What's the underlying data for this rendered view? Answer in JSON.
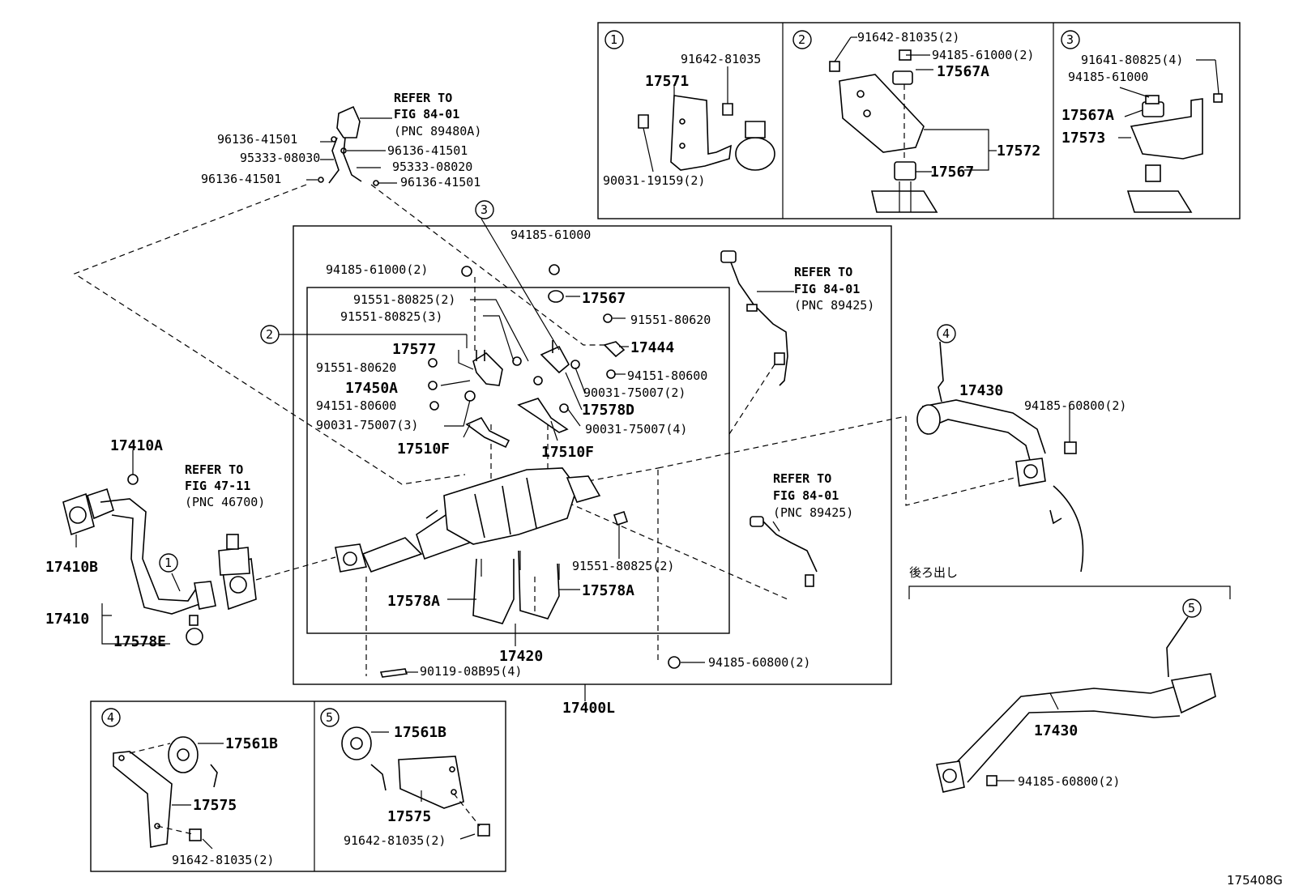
{
  "labels": {
    "p_91642_81035_i1": "91642-81035",
    "p_17571": "17571",
    "p_90031_19159": "90031-19159(2)",
    "p_91642_81035_2_i2": "91642-81035(2)",
    "p_94185_61000_2_i2": "94185-61000(2)",
    "p_17567A_i2": "17567A",
    "p_17572": "17572",
    "p_17567_i2": "17567",
    "p_91641_80825": "91641-80825(4)",
    "p_94185_61000_i3": "94185-61000",
    "p_17567A_i3": "17567A",
    "p_17573": "17573",
    "ref1_a": "REFER TO",
    "ref1_b": "FIG 84-01",
    "ref1_c": "(PNC 89480A)",
    "p_96136_a": "96136-41501",
    "p_95333_08030": "95333-08030",
    "p_96136_b": "96136-41501",
    "p_95333_08020": "95333-08020",
    "p_96136_c": "96136-41501",
    "p_96136_d": "96136-41501",
    "p_94185_61000_top": "94185-61000",
    "p_94185_61000_2": "94185-61000(2)",
    "p_17567": "17567",
    "ref2_a": "REFER TO",
    "ref2_b": "FIG 84-01",
    "ref2_c": "(PNC 89425)",
    "p_91551_80825_2": "91551-80825(2)",
    "p_91551_80825_3": "91551-80825(3)",
    "p_91551_80620_r": "91551-80620",
    "p_17577": "17577",
    "p_17444": "17444",
    "p_91551_80620_l": "91551-80620",
    "p_94151_80600_r": "94151-80600",
    "p_17450A": "17450A",
    "p_90031_75007_2": "90031-75007(2)",
    "p_94151_80600_l": "94151-80600",
    "p_17578D": "17578D",
    "p_90031_75007_3": "90031-75007(3)",
    "p_90031_75007_4": "90031-75007(4)",
    "p_17510F_l": "17510F",
    "p_17510F_r": "17510F",
    "p_17410A": "17410A",
    "ref3_a": "REFER TO",
    "ref3_b": "FIG 47-11",
    "ref3_c": "(PNC 46700)",
    "p_17410B": "17410B",
    "p_17410": "17410",
    "p_17578E": "17578E",
    "ref4_a": "REFER TO",
    "ref4_b": "FIG 84-01",
    "ref4_c": "(PNC 89425)",
    "p_91551_80825_2b": "91551-80825(2)",
    "p_17578A_l": "17578A",
    "p_17578A_r": "17578A",
    "p_17420": "17420",
    "p_90119_08B95": "90119-08B95(4)",
    "p_94185_60800_mid": "94185-60800(2)",
    "p_17400L": "17400L",
    "p_17430_top": "17430",
    "p_94185_60800_top": "94185-60800(2)",
    "rear_exit": "後ろ出し",
    "p_17430_bottom": "17430",
    "p_94185_60800_bot": "94185-60800(2)",
    "p_17561B_i4": "17561B",
    "p_17575_i4": "17575",
    "p_91642_81035_i4": "91642-81035(2)",
    "p_17561B_i5": "17561B",
    "p_17575_i5": "17575",
    "p_91642_81035_i5": "91642-81035(2)",
    "fig_id": "175408G"
  },
  "callouts": [
    "1",
    "2",
    "3",
    "4",
    "5"
  ]
}
